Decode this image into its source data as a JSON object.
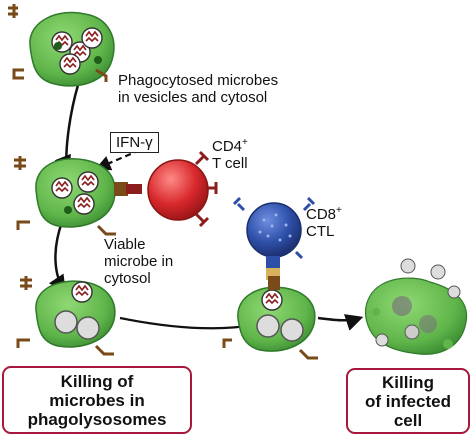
{
  "labels": {
    "phago_line1": "Phagocytosed microbes",
    "phago_line2": "in vesicles and cytosol",
    "ifn": "IFN-γ",
    "cd4_main": "CD4",
    "cd4_sup": "+",
    "cd4_line2": "T cell",
    "cd8_main": "CD8",
    "cd8_sup": "+",
    "cd8_line2": "CTL",
    "viable_line1": "Viable",
    "viable_line2": "microbe in",
    "viable_line3": "cytosol"
  },
  "boxes": {
    "killing_microbes_l1": "Killing of",
    "killing_microbes_l2": "microbes in",
    "killing_microbes_l3": "phagolysosomes",
    "killing_cell_l1": "Killing",
    "killing_cell_l2": "of infected",
    "killing_cell_l3": "cell"
  },
  "colors": {
    "macrophage": "#5fb54a",
    "macrophage_edge": "#2f7a2a",
    "cd4_cell": "#d8282c",
    "ctl_cell": "#2e4fa8",
    "box_border": "#a8173c"
  }
}
